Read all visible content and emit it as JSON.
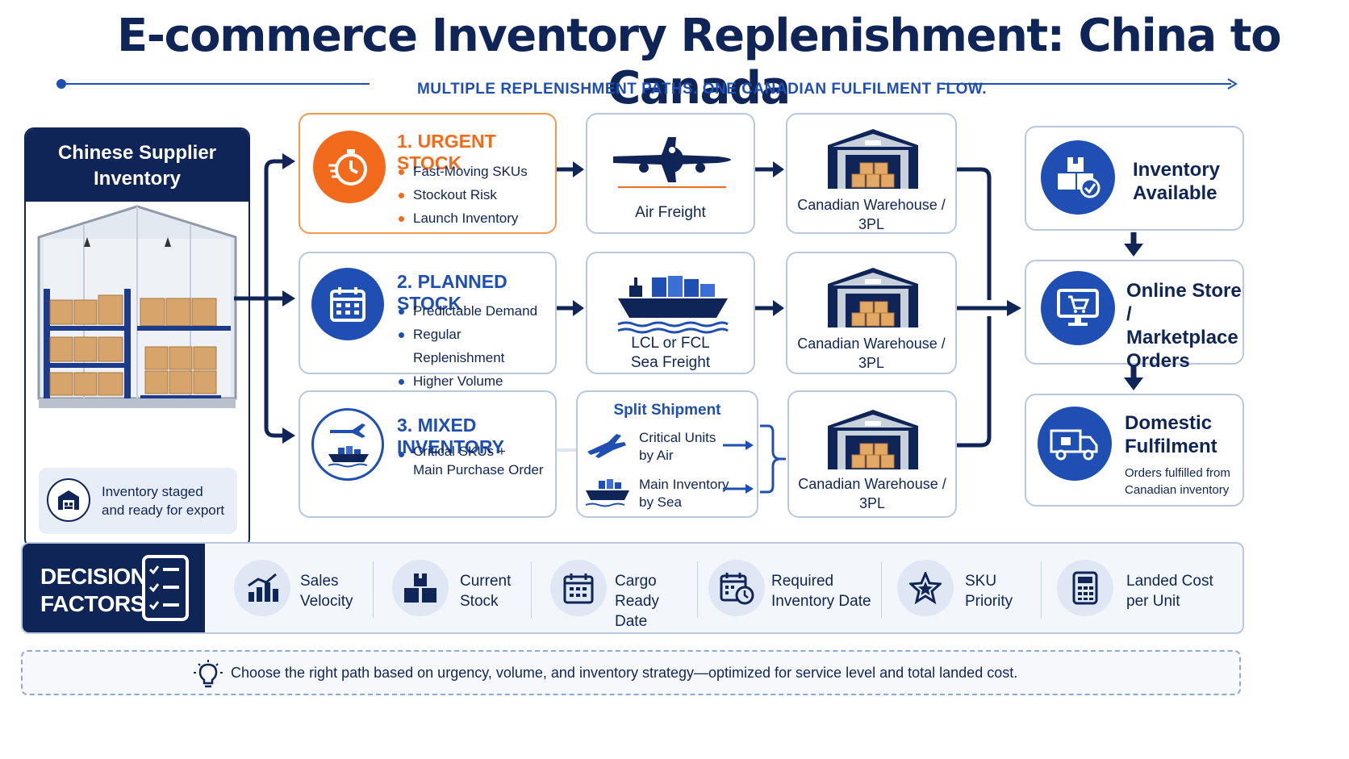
{
  "title": "E-commerce Inventory Replenishment: China to Canada",
  "subtitle": "MULTIPLE REPLENISHMENT PATHS. ONE CANADIAN FULFILMENT FLOW.",
  "supplier": {
    "title_line1": "Chinese Supplier",
    "title_line2": "Inventory",
    "staged_line1": "Inventory staged",
    "staged_line2": "and ready for export"
  },
  "paths": [
    {
      "title": "1. URGENT STOCK",
      "bullets": [
        "Fast-Moving SKUs",
        "Stockout Risk",
        "Launch Inventory"
      ],
      "color": "#f26b1d",
      "icon": "stopwatch-icon"
    },
    {
      "title": "2. PLANNED STOCK",
      "bullets": [
        "Predictable Demand",
        "Regular Replenishment",
        "Higher Volume"
      ],
      "color": "#1f4fb3",
      "icon": "calendar-icon"
    },
    {
      "title": "3. MIXED INVENTORY",
      "bullets": [
        "Critical SKUs +",
        "Main Purchase Order"
      ],
      "color": "#1f4fb3",
      "icon": "plane-ship-icon"
    }
  ],
  "modes": {
    "air": "Air Freight",
    "sea_line1": "LCL or FCL",
    "sea_line2": "Sea Freight",
    "split_title": "Split Shipment",
    "split_air_line1": "Critical Units",
    "split_air_line2": "by Air",
    "split_sea_line1": "Main Inventory",
    "split_sea_line2": "by Sea"
  },
  "warehouse": {
    "line1": "Canadian Warehouse /",
    "line2": "3PL"
  },
  "outcomes": [
    {
      "line1": "Inventory",
      "line2": "Available",
      "icon": "inventory-boxes-icon"
    },
    {
      "line1": "Online Store /",
      "line2": "Marketplace",
      "line3": "Orders",
      "icon": "computer-cart-icon"
    },
    {
      "line1": "Domestic",
      "line2": "Fulfilment",
      "sub1": "Orders fulfilled from",
      "sub2": "Canadian inventory",
      "icon": "delivery-truck-icon"
    }
  ],
  "decision": {
    "title_line1": "DECISION",
    "title_line2": "FACTORS",
    "factors": [
      {
        "line1": "Sales",
        "line2": "Velocity",
        "icon": "bar-chart-icon"
      },
      {
        "line1": "Current",
        "line2": "Stock",
        "icon": "boxes-icon"
      },
      {
        "line1": "Cargo",
        "line2": "Ready Date",
        "icon": "calendar-icon"
      },
      {
        "line1": "Required",
        "line2": "Inventory Date",
        "icon": "calendar-clock-icon"
      },
      {
        "line1": "SKU",
        "line2": "Priority",
        "icon": "star-icon"
      },
      {
        "line1": "Landed Cost",
        "line2": "per Unit",
        "icon": "calculator-icon"
      }
    ]
  },
  "footer": "Choose the right path based on urgency, volume, and inventory strategy—optimized for service level and total landed cost.",
  "colors": {
    "navy": "#0f2557",
    "blue": "#1f4fb3",
    "orange": "#f26b1d",
    "border": "#b9c8e0"
  }
}
